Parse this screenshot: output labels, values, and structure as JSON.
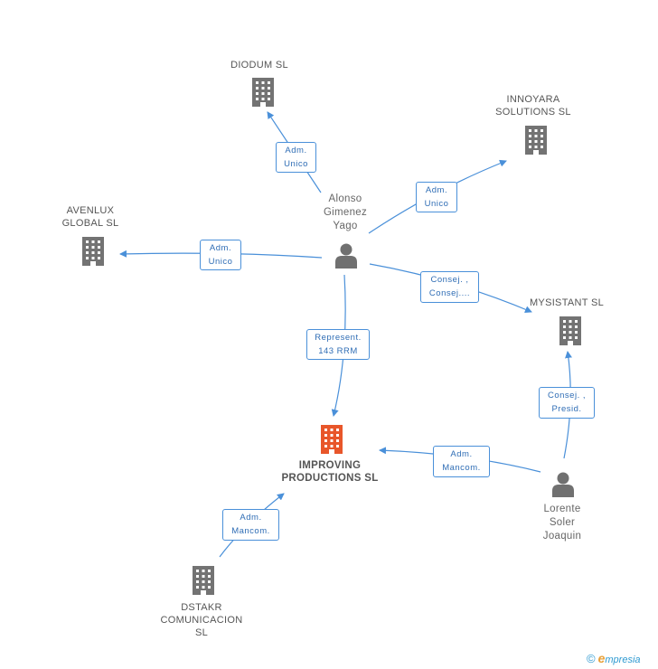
{
  "nodes": {
    "diodum": "DIODUM SL",
    "innoyara": "INNOYARA\nSOLUTIONS SL",
    "avenlux": "AVENLUX\nGLOBAL SL",
    "mysistant": "MYSISTANT  SL",
    "improving": "IMPROVING\nPRODUCTIONS SL",
    "dstakr": "DSTAKR\nCOMUNICACION\nSL",
    "alonso": "Alonso\nGimenez\nYago",
    "lorente": "Lorente\nSoler\nJoaquin"
  },
  "edges": {
    "alonso_diodum": "Adm.\nUnico",
    "alonso_innoyara": "Adm.\nUnico",
    "alonso_avenlux": "Adm.\nUnico",
    "alonso_mysistant": "Consej. ,\nConsej....",
    "alonso_improving": "Represent.\n143 RRM",
    "lorente_mysistant": "Consej. ,\nPresid.",
    "lorente_improving": "Adm.\nMancom.",
    "dstakr_improving": "Adm.\nMancom."
  },
  "colors": {
    "company": "#737373",
    "focus_company": "#e8562a",
    "person": "#707070",
    "edge": "#4a90d9"
  },
  "branding": {
    "copyright_symbol": "©",
    "brand_initial": "e",
    "brand_name": "mpresia"
  }
}
